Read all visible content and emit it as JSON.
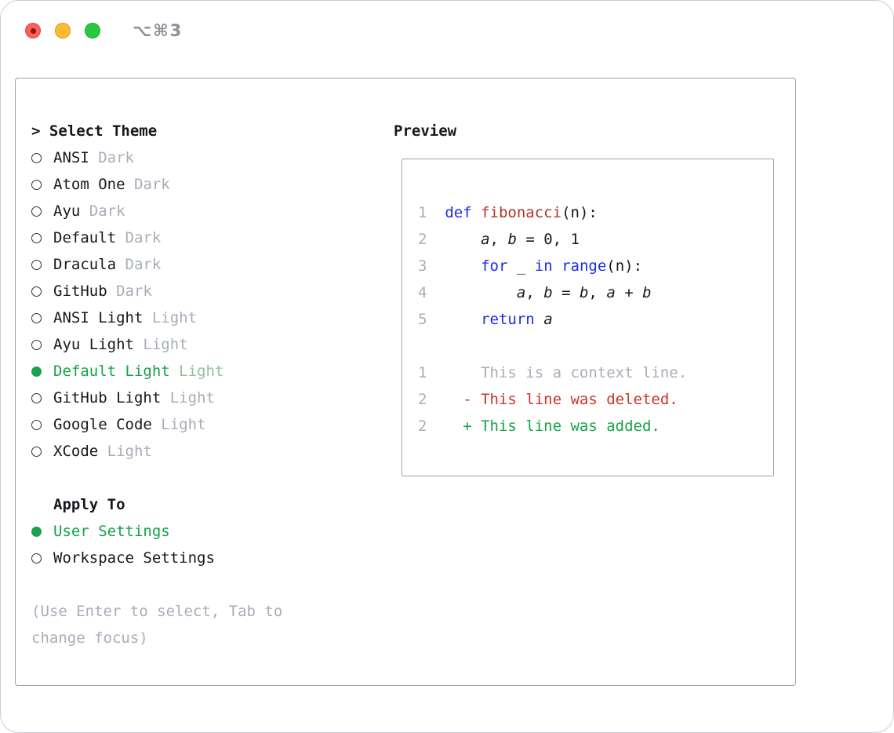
{
  "window": {
    "title": "⌥⌘3"
  },
  "colors": {
    "accent_green": "#16a34a",
    "keyword_blue": "#1b2ce8",
    "function_red": "#b0352c",
    "deleted_red": "#cc3328",
    "added_green": "#16a34a",
    "muted_gray": "#a7aeb8",
    "text": "#15181d"
  },
  "theme_selector": {
    "prompt": "> ",
    "heading": "Select Theme",
    "items": [
      {
        "label": "ANSI",
        "variant": "Dark",
        "selected": false
      },
      {
        "label": "Atom One",
        "variant": "Dark",
        "selected": false
      },
      {
        "label": "Ayu",
        "variant": "Dark",
        "selected": false
      },
      {
        "label": "Default",
        "variant": "Dark",
        "selected": false
      },
      {
        "label": "Dracula",
        "variant": "Dark",
        "selected": false
      },
      {
        "label": "GitHub",
        "variant": "Dark",
        "selected": false
      },
      {
        "label": "ANSI Light",
        "variant": "Light",
        "selected": false
      },
      {
        "label": "Ayu Light",
        "variant": "Light",
        "selected": false
      },
      {
        "label": "Default Light",
        "variant": "Light",
        "selected": true
      },
      {
        "label": "GitHub Light",
        "variant": "Light",
        "selected": false
      },
      {
        "label": "Google Code",
        "variant": "Light",
        "selected": false
      },
      {
        "label": "XCode",
        "variant": "Light",
        "selected": false
      }
    ]
  },
  "apply_to": {
    "heading": "Apply To",
    "items": [
      {
        "label": "User Settings",
        "selected": true
      },
      {
        "label": "Workspace Settings",
        "selected": false
      }
    ]
  },
  "hint_lines": [
    "(Use Enter to select, Tab to",
    "change focus)"
  ],
  "preview": {
    "heading": "Preview",
    "lines": [
      {
        "num": "1",
        "tokens": [
          {
            "t": "def",
            "c": "kw"
          },
          {
            "t": " ",
            "c": "pl"
          },
          {
            "t": "fibonacci",
            "c": "fn"
          },
          {
            "t": "(n):",
            "c": "pl"
          }
        ]
      },
      {
        "num": "2",
        "tokens": [
          {
            "t": "    ",
            "c": "pl"
          },
          {
            "t": "a",
            "c": "it"
          },
          {
            "t": ", ",
            "c": "pl"
          },
          {
            "t": "b",
            "c": "it"
          },
          {
            "t": " = 0, 1",
            "c": "pl"
          }
        ]
      },
      {
        "num": "3",
        "tokens": [
          {
            "t": "    ",
            "c": "pl"
          },
          {
            "t": "for",
            "c": "kw"
          },
          {
            "t": " _ ",
            "c": "pl"
          },
          {
            "t": "in",
            "c": "kw"
          },
          {
            "t": " ",
            "c": "pl"
          },
          {
            "t": "range",
            "c": "kw"
          },
          {
            "t": "(n):",
            "c": "pl"
          }
        ]
      },
      {
        "num": "4",
        "tokens": [
          {
            "t": "        ",
            "c": "pl"
          },
          {
            "t": "a",
            "c": "it"
          },
          {
            "t": ", ",
            "c": "pl"
          },
          {
            "t": "b",
            "c": "it"
          },
          {
            "t": " = ",
            "c": "pl"
          },
          {
            "t": "b",
            "c": "it"
          },
          {
            "t": ", ",
            "c": "pl"
          },
          {
            "t": "a",
            "c": "it"
          },
          {
            "t": " + ",
            "c": "pl"
          },
          {
            "t": "b",
            "c": "it"
          }
        ]
      },
      {
        "num": "5",
        "tokens": [
          {
            "t": "    ",
            "c": "pl"
          },
          {
            "t": "return",
            "c": "kw"
          },
          {
            "t": " ",
            "c": "pl"
          },
          {
            "t": "a",
            "c": "it"
          }
        ]
      },
      {
        "num": "",
        "tokens": []
      },
      {
        "num": "1",
        "tokens": [
          {
            "t": "    This is a context line.",
            "c": "ctx"
          }
        ]
      },
      {
        "num": "2",
        "tokens": [
          {
            "t": "  - This line was deleted.",
            "c": "del"
          }
        ]
      },
      {
        "num": "2",
        "tokens": [
          {
            "t": "  + This line was added.",
            "c": "add"
          }
        ]
      }
    ]
  }
}
